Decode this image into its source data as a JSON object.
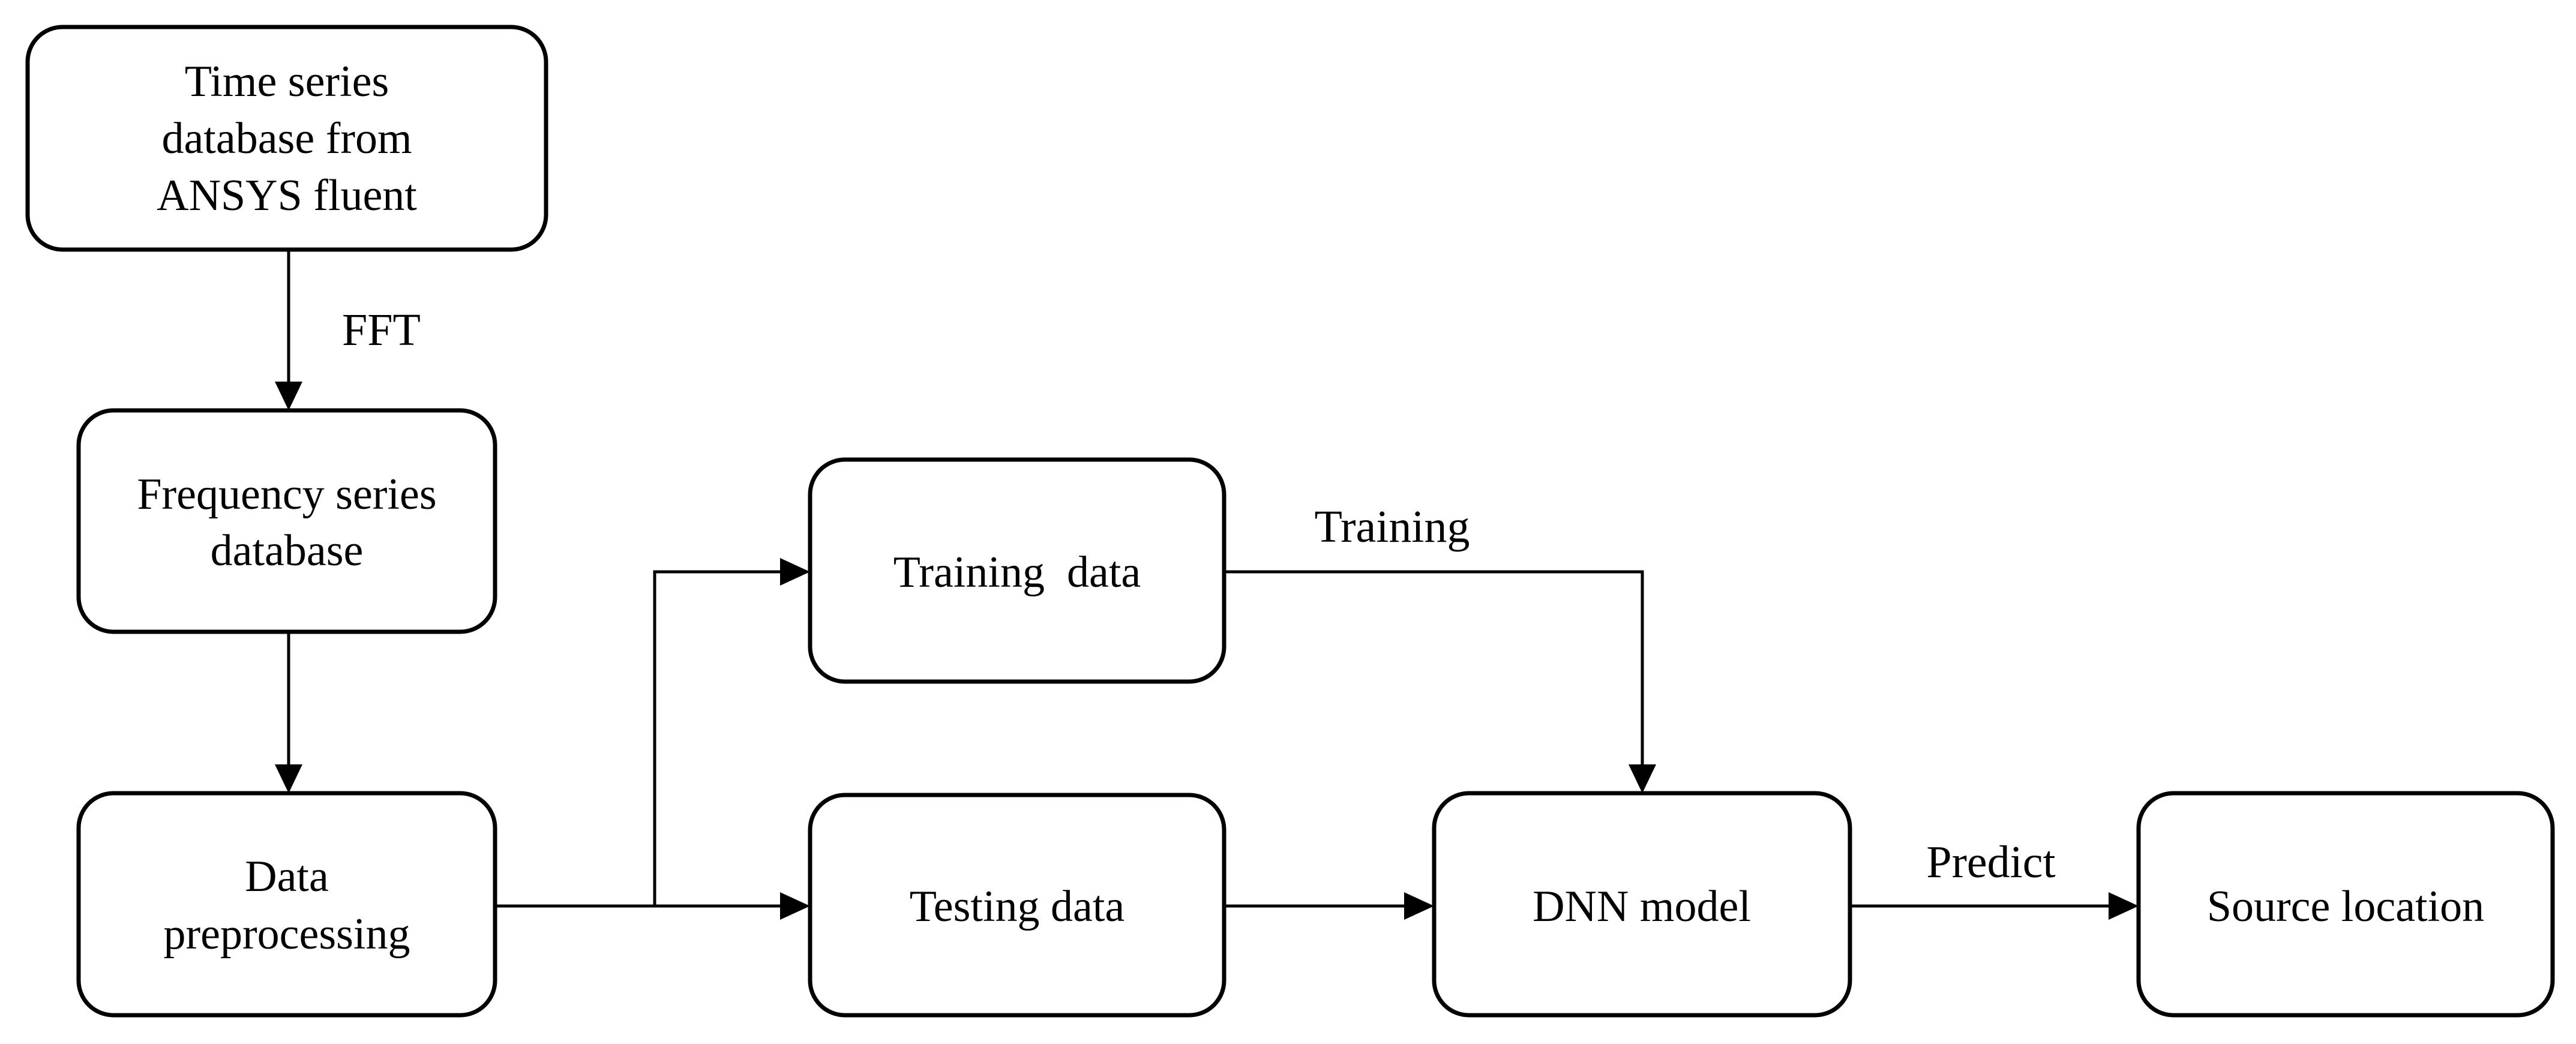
{
  "nodes": {
    "time_series_db": {
      "lines": [
        "Time series",
        "database from",
        "ANSYS fluent"
      ]
    },
    "frequency_series_db": {
      "lines": [
        "Frequency series",
        "database"
      ]
    },
    "data_preprocessing": {
      "lines": [
        "Data",
        "preprocessing"
      ]
    },
    "training_data": {
      "lines": [
        "Training  data"
      ]
    },
    "testing_data": {
      "lines": [
        "Testing data"
      ]
    },
    "dnn_model": {
      "lines": [
        "DNN model"
      ]
    },
    "source_location": {
      "lines": [
        "Source location"
      ]
    }
  },
  "edge_labels": {
    "fft": "FFT",
    "training": "Training",
    "predict": "Predict"
  },
  "colors": {
    "stroke": "#000000",
    "fill": "#ffffff"
  }
}
